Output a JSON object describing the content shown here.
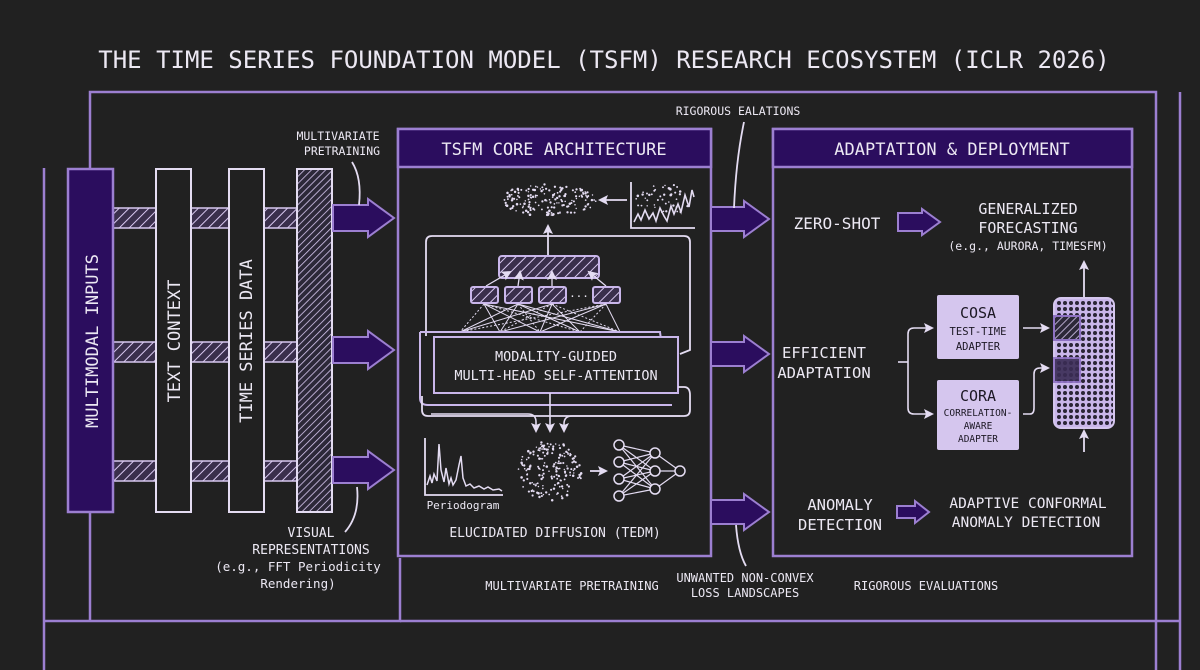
{
  "title": "THE TIME SERIES FOUNDATION MODEL (TSFM) RESEARCH ECOSYSTEM (ICLR 2026)",
  "colors": {
    "background": "#212121",
    "frame": "#9c7fd1",
    "accent_fill": "#2b0d5e",
    "light_box": "#d5c6ee",
    "text": "#ece8f3"
  },
  "inputs": {
    "multimodal_label": "MULTIMODAL INPUTS",
    "text_context_label": "TEXT CONTEXT",
    "time_series_label": "TIME SERIES DATA",
    "top_annotation": [
      "MULTIVARIATE",
      "PRETRAINING"
    ],
    "bottom_annotation": [
      "VISUAL",
      "REPRESENTATIONS",
      "(e.g., FFT Periodicity",
      "Rendering)"
    ]
  },
  "core": {
    "header": "TSFM CORE ARCHITECTURE",
    "attention_label": [
      "MODALITY-GUIDED",
      "MULTI-HEAD SELF-ATTENTION"
    ],
    "heads_ellipsis": "...",
    "periodogram_label": "Periodogram",
    "diffusion_label": "ELUCIDATED DIFFUSION (TEDM)"
  },
  "annotations": {
    "rigorous_ealations": "RIGOROUS EALATIONS",
    "multivariate_pretraining": "MULTIVARIATE PRETRAINING",
    "loss_landscapes": [
      "UNWANTED NON-CONVEX",
      "LOSS LANDSCAPES"
    ],
    "rigorous_evaluations": "RIGOROUS EVALUATIONS"
  },
  "deployment": {
    "header": "ADAPTATION & DEPLOYMENT",
    "zero_shot": "ZERO-SHOT",
    "generalized": [
      "GENERALIZED",
      "FORECASTING"
    ],
    "generalized_examples": "(e.g., AURORA, TIMESFM)",
    "efficient": [
      "EFFICIENT",
      "ADAPTATION"
    ],
    "cosa": {
      "name": "COSA",
      "desc": [
        "TEST-TIME",
        "ADAPTER"
      ]
    },
    "cora": {
      "name": "CORA",
      "desc": [
        "CORRELATION-",
        "AWARE",
        "ADAPTER"
      ]
    },
    "anomaly": [
      "ANOMALY",
      "DETECTION"
    ],
    "conformal": [
      "ADAPTIVE CONFORMAL",
      "ANOMALY DETECTION"
    ]
  }
}
